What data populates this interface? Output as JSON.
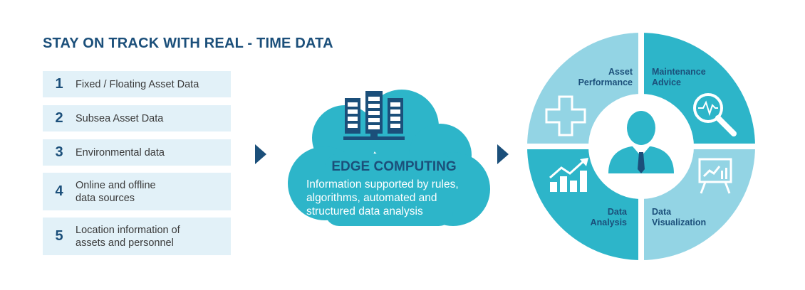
{
  "title": "STAY ON TRACK WITH REAL - TIME DATA",
  "sources": [
    {
      "number": "1",
      "label": "Fixed / Floating Asset Data"
    },
    {
      "number": "2",
      "label": "Subsea Asset Data"
    },
    {
      "number": "3",
      "label": "Environmental data"
    },
    {
      "number": "4",
      "label": "Online and offline\ndata sources"
    },
    {
      "number": "5",
      "label": "Location information of\nassets and personnel"
    }
  ],
  "edge": {
    "title": "EDGE COMPUTING",
    "description": "Information supported by rules,\nalgorithms, automated and\nstructured data analysis",
    "icon": "server-icon"
  },
  "outcomes": [
    {
      "label": "Asset\nPerformance",
      "icon": "medical-cross-icon"
    },
    {
      "label": "Maintenance\nAdvice",
      "icon": "magnifier-heartbeat-icon"
    },
    {
      "label": "Data\nAnalysis",
      "icon": "bar-chart-trend-icon"
    },
    {
      "label": "Data\nVisualization",
      "icon": "presentation-board-icon"
    }
  ],
  "center_icon": "person-icon",
  "colors": {
    "navy": "#1b4f7a",
    "teal": "#2db5c9",
    "light_teal": "#93d4e4",
    "pale_blue": "#e2f1f8"
  }
}
